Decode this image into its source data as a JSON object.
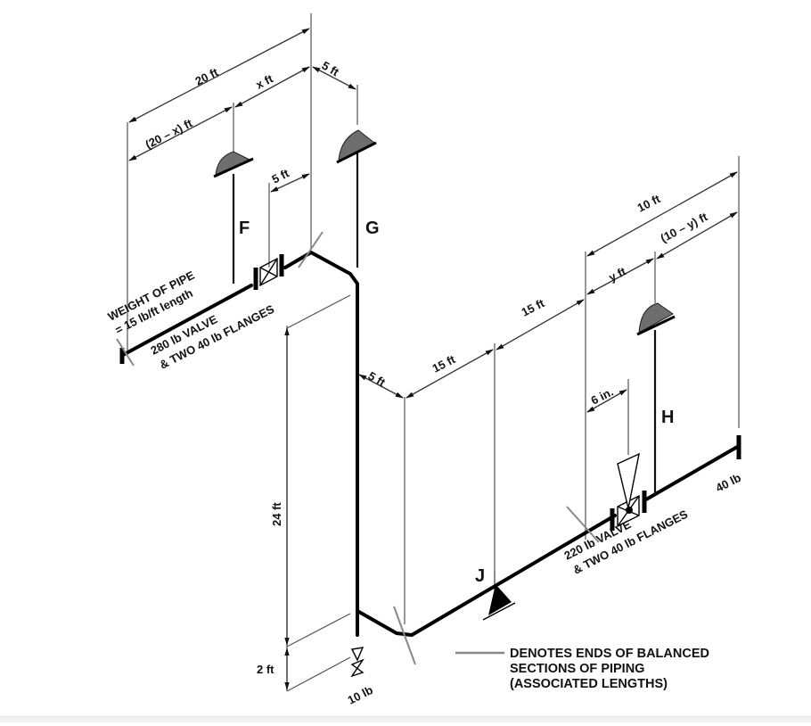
{
  "diagram": {
    "dimensions": {
      "top_total": "20 ft",
      "top_left_segment": "(20 – x) ft",
      "top_right_segment": "x ft",
      "top_offset": "5 ft",
      "valve_spacing": "5 ft",
      "riser_height": "24 ft",
      "bottom_drop": "2 ft",
      "lower_offset": "5 ft",
      "lower_segment_1": "15 ft",
      "lower_segment_2": "15 ft",
      "right_total": "10 ft",
      "right_left_segment": "y ft",
      "right_right_segment": "(10 – y) ft",
      "valve_offset": "6 in."
    },
    "supports": {
      "F": "F",
      "G": "G",
      "H": "H",
      "J": "J"
    },
    "annotations": {
      "pipe_weight_line1": "WEIGHT OF PIPE",
      "pipe_weight_line2": "= 15 lb/ft length",
      "upper_valve_line1": "280 lb VALVE",
      "upper_valve_line2": "& TWO 40 lb FLANGES",
      "lower_valve_line1": "220 lb VALVE",
      "lower_valve_line2": "& TWO 40 lb FLANGES",
      "end_flange_weight": "40 lb",
      "drain_valve_weight": "10 lb"
    },
    "legend": {
      "line1": "DENOTES ENDS OF BALANCED",
      "line2": "SECTIONS OF PIPING",
      "line3": "(ASSOCIATED LENGTHS)"
    },
    "colors": {
      "pipe": "#000000",
      "hanger_cap": "#6e6e6e",
      "end_marker": "#888888",
      "dimension": "#333333"
    }
  }
}
